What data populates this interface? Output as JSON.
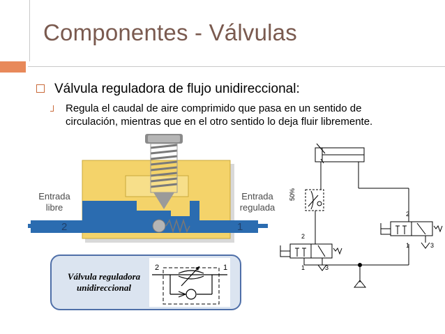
{
  "slide": {
    "title": "Componentes - Válvulas",
    "bullet": "Válvula reguladora de flujo unidireccional:",
    "sub_line1": "Regula el caudal de aire comprimido que pasa en un sentido de",
    "sub_line2": "circulación, mientras que en el otro sentido lo deja fluir libremente."
  },
  "valve_drawing": {
    "inlet_left_1": "Entrada",
    "inlet_left_2": "libre",
    "inlet_right_1": "Entrada",
    "inlet_right_2": "regulada",
    "port_left": "2",
    "port_right": "1"
  },
  "legend": {
    "text": "Válvula reguladora unidireccional",
    "port_2": "2",
    "port_1": "1"
  },
  "circuit": {
    "percent": "50%",
    "valve_a_top": "2",
    "valve_a_left": "1",
    "valve_a_right": "3",
    "valve_b_top": "2",
    "valve_b_left": "1",
    "valve_b_right": "3"
  },
  "colors": {
    "title": "#7a5a4f",
    "accent": "#e8895a",
    "valve_body": "#f4d36a",
    "valve_channel": "#2b6cb0",
    "spring": "#777777",
    "legend_fill": "#dbe4f0",
    "legend_border": "#4f6fa8"
  }
}
